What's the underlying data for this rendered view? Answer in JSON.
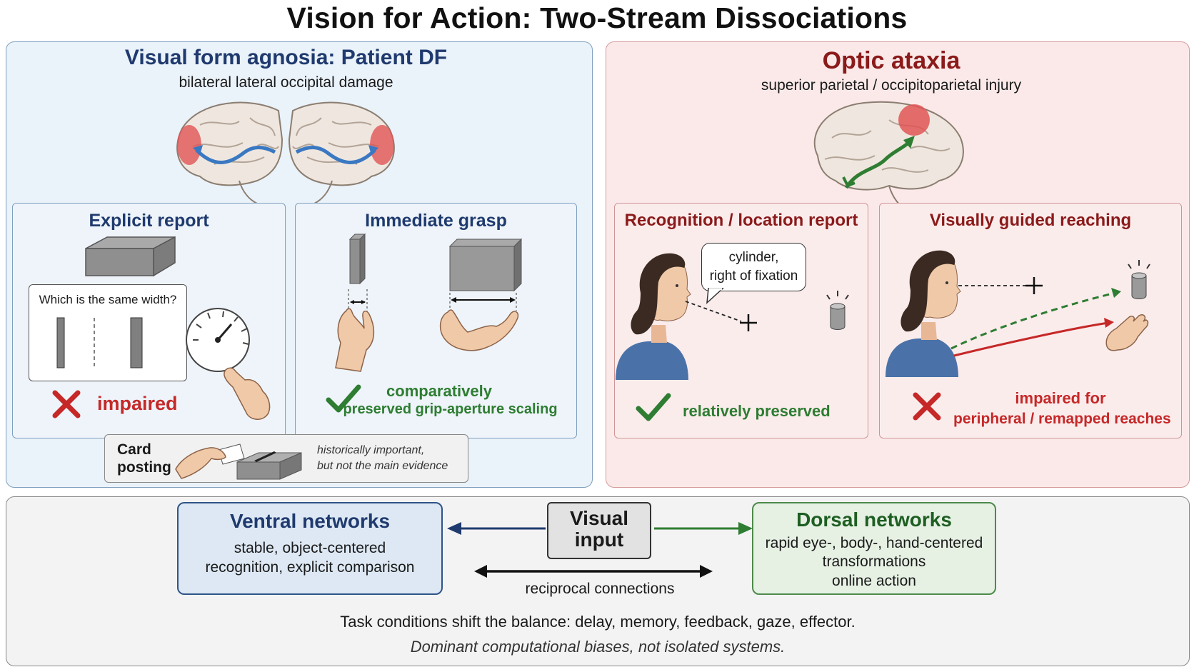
{
  "title": "Vision for Action: Two-Stream Dissociations",
  "left": {
    "heading": "Visual form agnosia: Patient DF",
    "subheading": "bilateral lateral occipital damage",
    "explicit": {
      "heading": "Explicit report",
      "question": "Which is the same width?",
      "result": "impaired"
    },
    "grasp": {
      "heading": "Immediate grasp",
      "result_line1": "comparatively",
      "result_line2": "preserved grip-aperture scaling"
    },
    "card": {
      "label_line1": "Card",
      "label_line2": "posting",
      "note_line1": "historically important,",
      "note_line2": "but not the main evidence"
    }
  },
  "right": {
    "heading": "Optic ataxia",
    "subheading": "superior parietal / occipitoparietal injury",
    "recognition": {
      "heading": "Recognition / location report",
      "bubble_line1": "cylinder,",
      "bubble_line2": "right of fixation",
      "result": "relatively preserved"
    },
    "reaching": {
      "heading": "Visually guided reaching",
      "result_line1": "impaired for",
      "result_line2": "peripheral / remapped reaches"
    }
  },
  "bottom": {
    "ventral": {
      "heading": "Ventral networks",
      "line1": "stable, object-centered",
      "line2": "recognition, explicit comparison"
    },
    "input": {
      "line1": "Visual",
      "line2": "input"
    },
    "dorsal": {
      "heading": "Dorsal networks",
      "line1": "rapid eye-, body-, hand-centered",
      "line2": "transformations",
      "line3": "online action"
    },
    "reciprocal": "reciprocal connections",
    "conditions": "Task conditions shift the balance: delay, memory, feedback, gaze, effector.",
    "caption": "Dominant computational biases, not isolated systems."
  },
  "colors": {
    "navy": "#1f3a6e",
    "maroon": "#8b1a1a",
    "green": "#2e7d32",
    "red": "#c62828",
    "lesion": "#e05555"
  }
}
